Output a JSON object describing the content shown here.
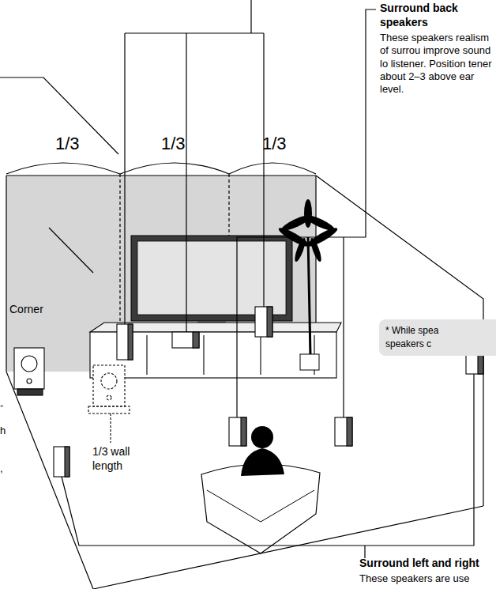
{
  "diagram": {
    "nodes": [
      {
        "text": [
          "* While spea speakers c"
        ]
      }
    ],
    "labels": [
      "Surround back speakers",
      "These speakers realism of surrou improve sound lo listener. Position tener about 2–3 above ear level.",
      "1/3",
      "1/3",
      "1/3",
      "Corner",
      "1/3 wall length",
      "Surround left and right",
      "These speakers are use",
      "-",
      "h",
      ","
    ]
  }
}
